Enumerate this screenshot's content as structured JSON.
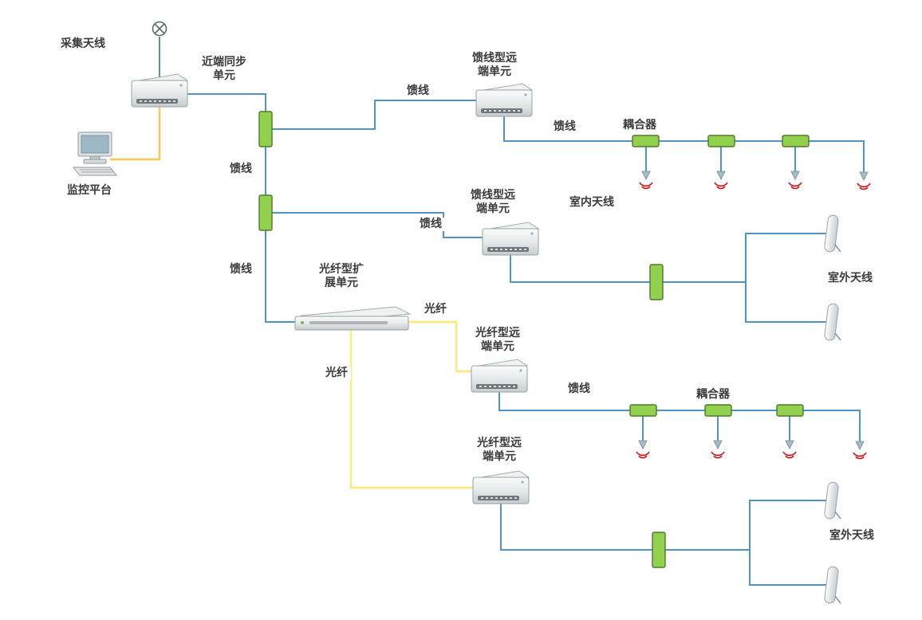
{
  "diagram": {
    "labels": {
      "collection_antenna": "采集天线",
      "near_end_sync_unit": "近端同步单元",
      "monitoring_platform": "监控平台",
      "feeder": "馈线",
      "fiber": "光纤",
      "feeder_remote_unit": "馈线型远端单元",
      "fiber_expansion_unit": "光纤型扩展单元",
      "fiber_remote_unit": "光纤型远端单元",
      "coupler": "耦合器",
      "indoor_antenna": "室内天线",
      "outdoor_antenna": "室外天线"
    },
    "colors": {
      "feeder_line": "#4f94c4",
      "fiber_line": "#ffe875",
      "monitor_link": "#fcc84a",
      "splitter_fill": "#92d050",
      "splitter_border": "#4e7a28",
      "signal_wave": "#cc1111",
      "label_text": "#3b3b3b",
      "background": "#ffffff"
    }
  }
}
